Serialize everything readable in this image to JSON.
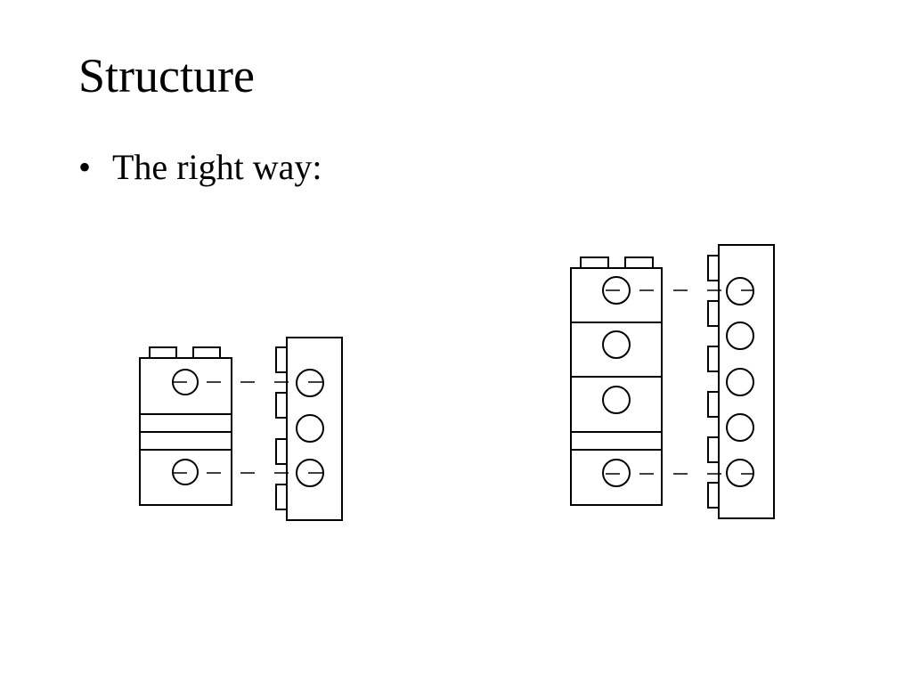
{
  "slide": {
    "title": "Structure",
    "bullets": [
      {
        "marker": "•",
        "text": "The right way:"
      }
    ]
  },
  "colors": {
    "background": "#ffffff",
    "foreground": "#000000"
  },
  "icons": {
    "diagram_left": "lego-brick-assembly-small",
    "diagram_right": "lego-brick-assembly-tall"
  }
}
